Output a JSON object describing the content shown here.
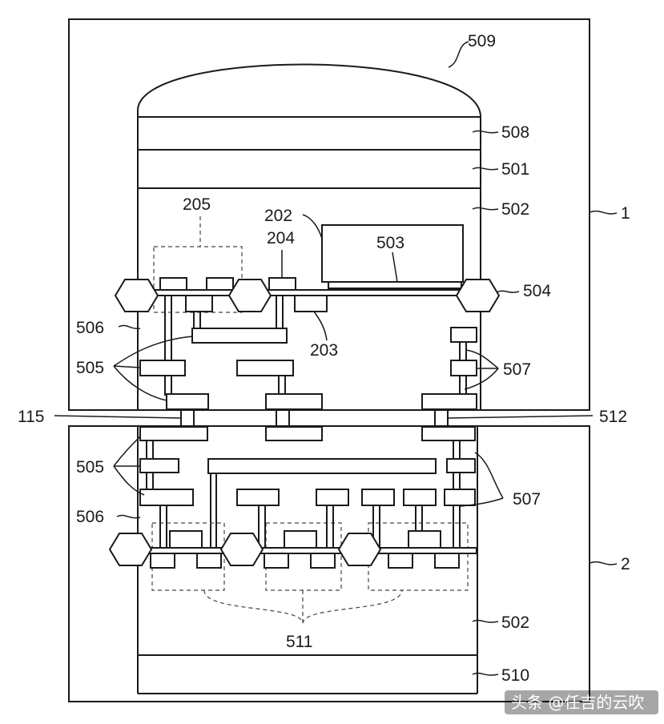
{
  "labels": {
    "l509": "509",
    "l508": "508",
    "l501": "501",
    "l502_top": "502",
    "l205": "205",
    "l202": "202",
    "l204": "204",
    "l503": "503",
    "l504": "504",
    "l1": "1",
    "l506_top": "506",
    "l203": "203",
    "l505_top": "505",
    "l507_top": "507",
    "l115": "115",
    "l512": "512",
    "l505_bot": "505",
    "l506_bot": "506",
    "l507_bot": "507",
    "l2": "2",
    "l502_bot": "502",
    "l511": "511",
    "l510": "510"
  },
  "watermark": "头条 @任吉的云吹"
}
